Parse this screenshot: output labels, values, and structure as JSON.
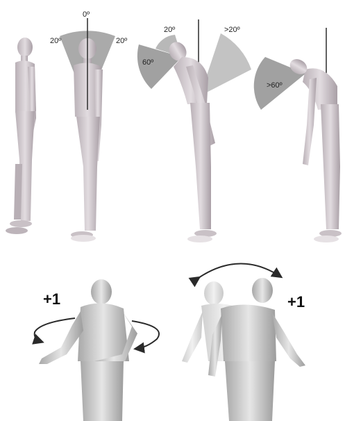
{
  "top_panel": {
    "figure_2": {
      "label_center": "0º",
      "label_left": "20º",
      "label_right": "20º"
    },
    "figure_3": {
      "label_top": "20º",
      "label_wedge": "60º",
      "label_back": ">20º"
    },
    "figure_4": {
      "label_wedge": ">60º"
    }
  },
  "bottom_panel": {
    "left": {
      "score": "+1"
    },
    "right": {
      "score": "+1"
    }
  },
  "colors": {
    "figure_skin": "#d6cfd3",
    "figure_shadow": "#a79ea4",
    "wedge_dark": "#8a8a8a",
    "wedge_light": "#bdbdbd",
    "line": "#2a2a2a",
    "bottom_figure": "#c9c9c9"
  }
}
